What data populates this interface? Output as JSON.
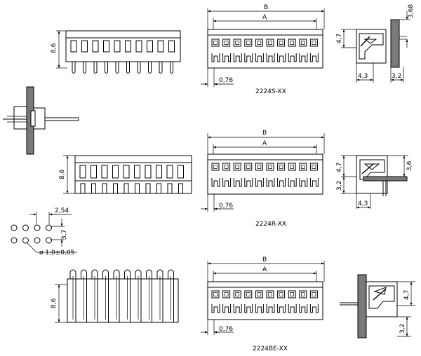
{
  "models": {
    "s": "2224S-XX",
    "r": "2224R-XX",
    "be": "2224BE-XX"
  },
  "dims": {
    "b": "B",
    "a": "A",
    "pin_width": "0,76",
    "height_86": "8,6",
    "s_pcb": "3,68",
    "s_height": "4,7",
    "s_depth": "4,3",
    "s_tail": "3,2",
    "r_height": "4,7",
    "r_tail": "3,2",
    "r_side": "3,6",
    "r_depth": "4,3",
    "be_height": "4,7",
    "be_tail": "3,2",
    "pitch": "2,54",
    "row_spacing": "3,7",
    "hole": "ø 1,0±0,05"
  }
}
